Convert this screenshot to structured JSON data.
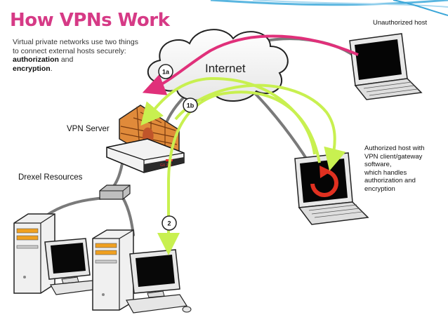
{
  "title": "How VPNs Work",
  "intro": {
    "line1": "Virtual private networks use two things",
    "line2": "to connect external hosts securely:",
    "bold1": "authorization",
    "mid": " and",
    "bold2": "encryption",
    "end": "."
  },
  "labels": {
    "internet": "Internet",
    "vpn_server": "VPN Server",
    "drexel_resources": "Drexel Resources",
    "unauthorized_host": "Unauthorized host",
    "authorized_host": [
      "Authorized host with",
      "VPN client/gateway",
      "software,",
      "which handles",
      "authorization and",
      "encryption"
    ],
    "step_1a": "1a",
    "step_1b": "1b",
    "step_2": "2",
    "server_brand": "GX 200"
  },
  "colors": {
    "title": "#d63a86",
    "arrow_denied": "#e0307a",
    "arrow_allowed": "#c8f050",
    "accent_blue": "#3aa6d8"
  }
}
